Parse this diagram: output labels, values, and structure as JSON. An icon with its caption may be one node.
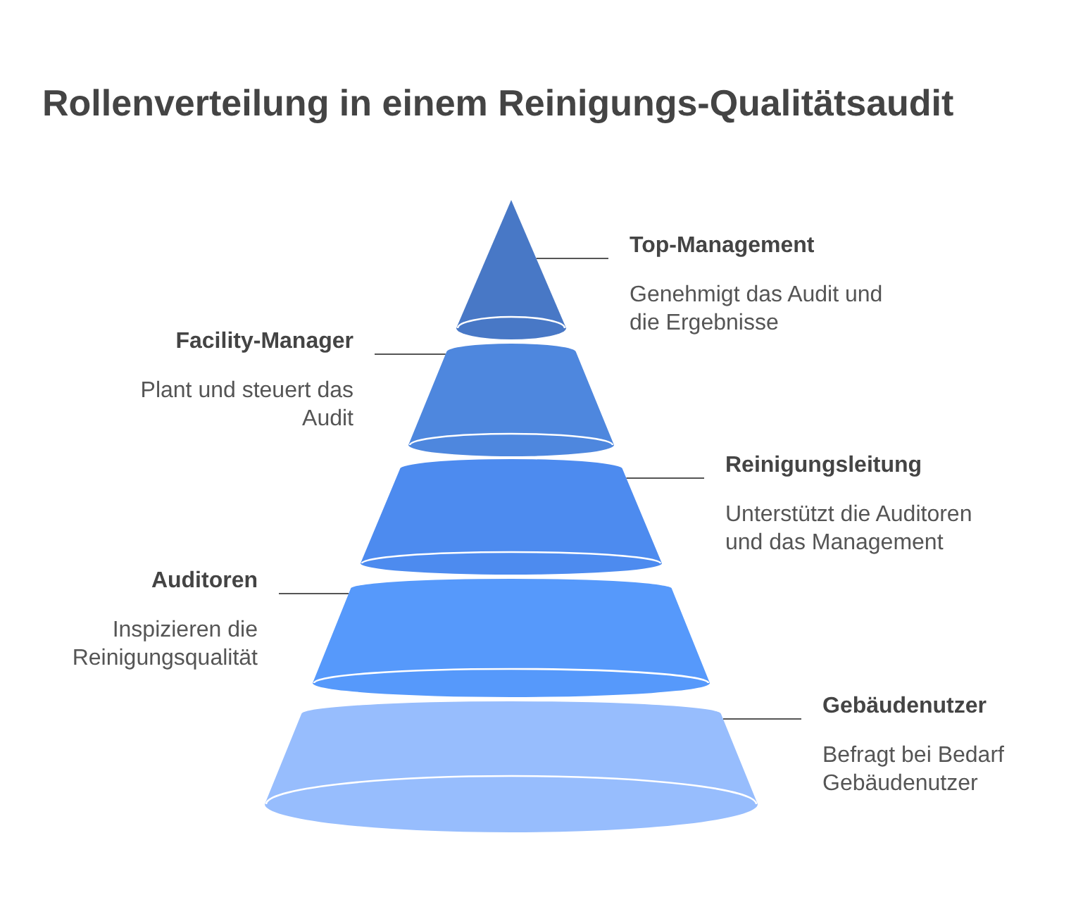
{
  "diagram": {
    "title": "Rollenverteilung in einem Reinigungs-Qualitätsaudit",
    "nodes": [
      {
        "text": [
          "Top-Management",
          "Genehmigt das Audit und die Ergebnisse"
        ]
      },
      {
        "text": [
          "Facility-Manager",
          "Plant und steuert das Audit"
        ]
      },
      {
        "text": [
          "Reinigungsleitung",
          "Unterstützt die Auditoren und das Management"
        ]
      },
      {
        "text": [
          "Auditoren",
          "Inspizieren die Reinigungsqualität"
        ]
      },
      {
        "text": [
          "Gebäudenutzer",
          "Befragt bei Bedarf Gebäudenutzer"
        ]
      },
      {
        "text": [],
        "shape": "cone"
      },
      {
        "text": [],
        "shape": "frustum"
      },
      {
        "text": [],
        "shape": "frustum"
      },
      {
        "text": [],
        "shape": "frustum"
      },
      {
        "text": [],
        "shape": "frustum"
      }
    ],
    "edges": [
      {
        "from": 0,
        "to": 5,
        "arrow": "none"
      },
      {
        "from": 1,
        "to": 6,
        "arrow": "none"
      },
      {
        "from": 2,
        "to": 7,
        "arrow": "none"
      },
      {
        "from": 3,
        "to": 8,
        "arrow": "none"
      },
      {
        "from": 4,
        "to": 9,
        "arrow": "none"
      }
    ]
  }
}
